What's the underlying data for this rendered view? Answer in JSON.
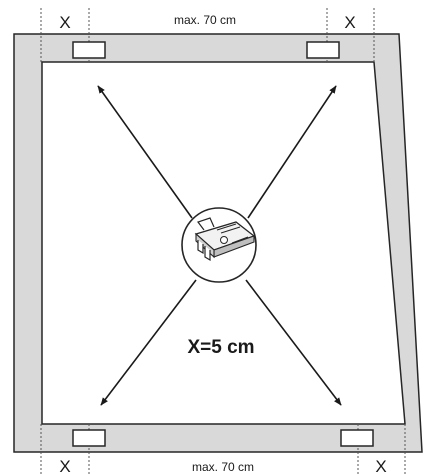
{
  "labels": {
    "x_marker": "X",
    "max_top": "max. 70 cm",
    "max_bottom": "max. 70 cm",
    "formula": "X=5 cm"
  },
  "colors": {
    "frame_fill": "#d9d9d9",
    "frame_stroke": "#262626",
    "inner_fill": "#ffffff",
    "arrow": "#1a1a1a",
    "guide": "#555555"
  },
  "icons": {
    "center": "fastening-clip-icon"
  }
}
